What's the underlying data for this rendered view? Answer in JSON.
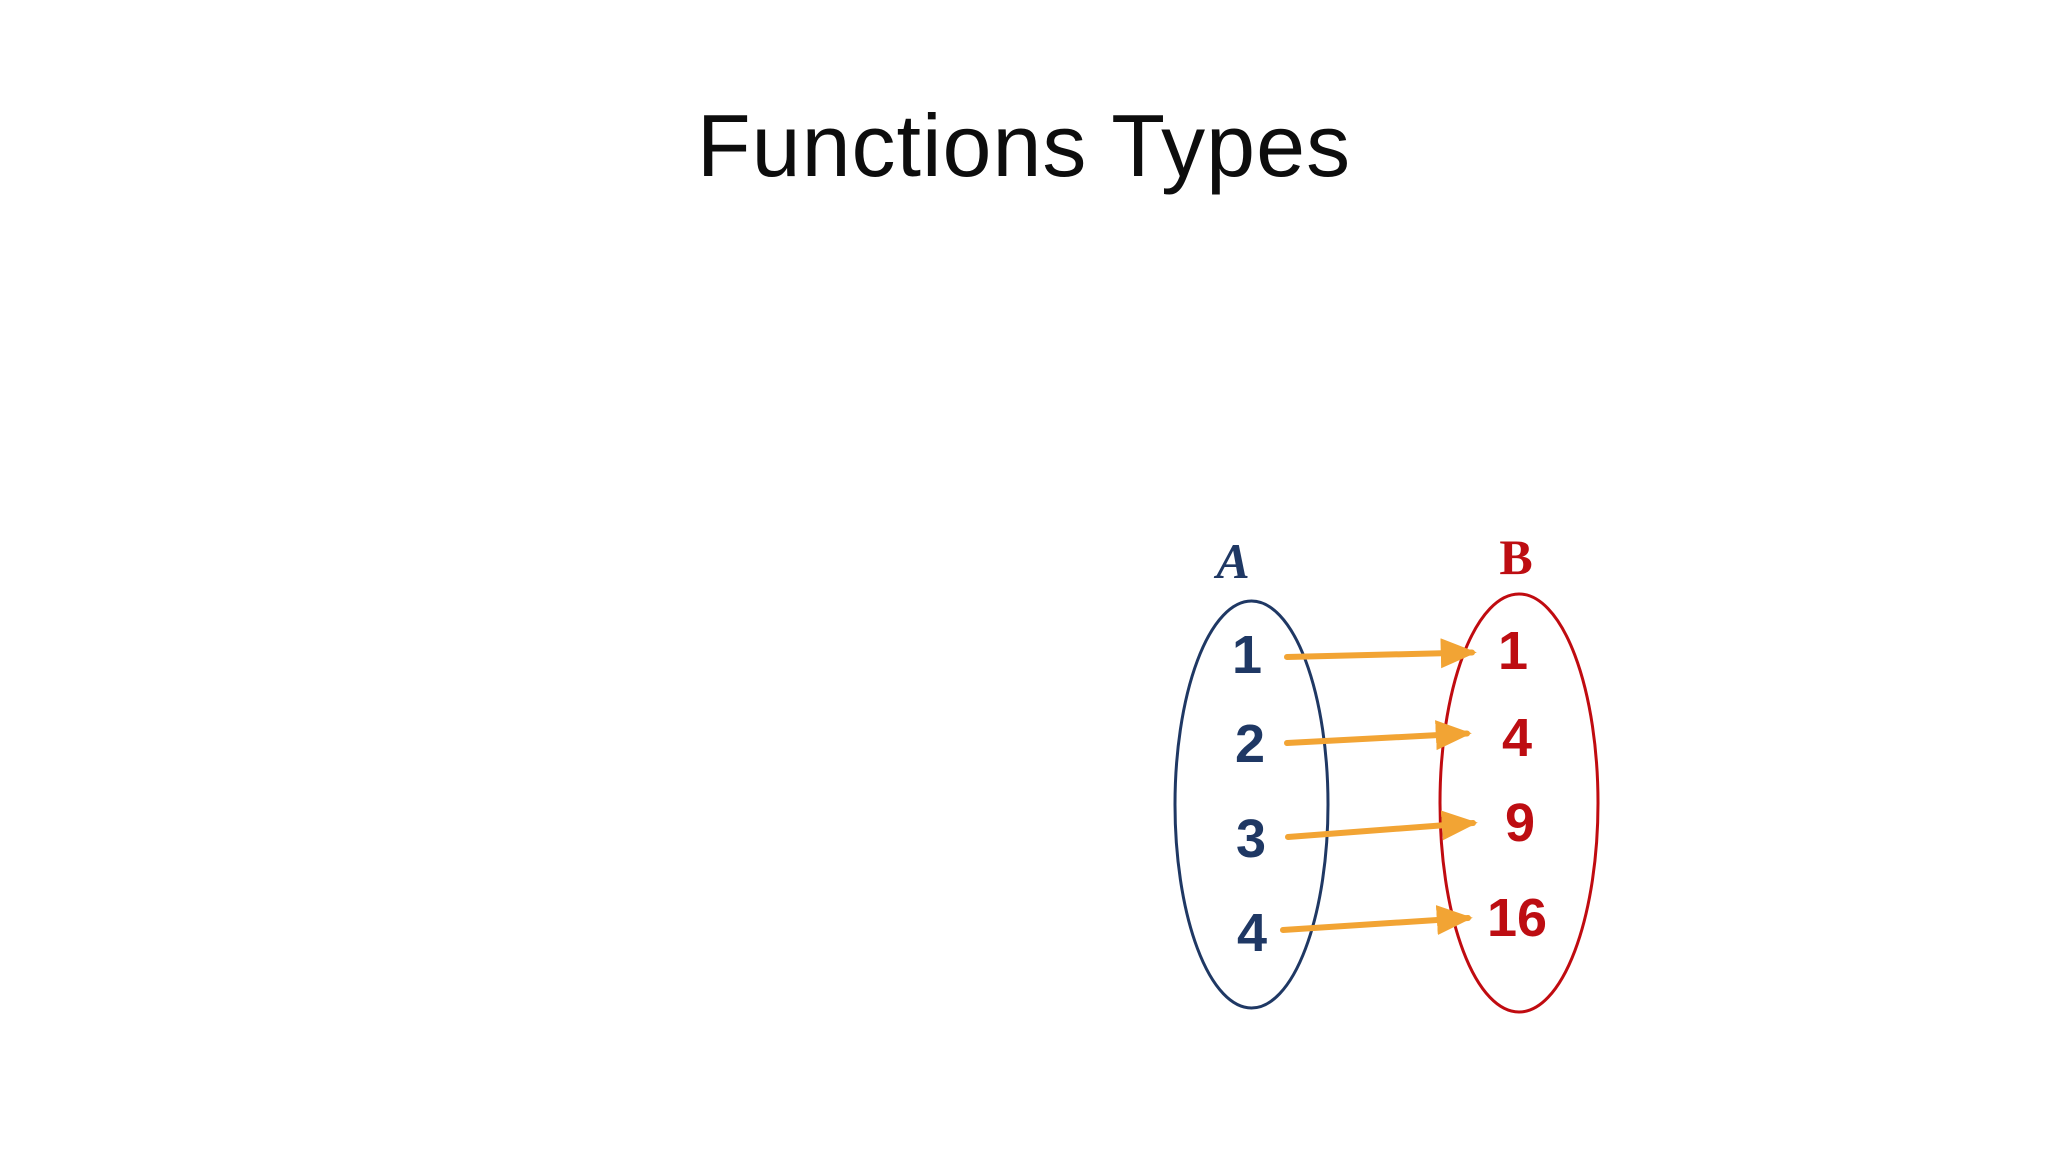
{
  "title": "Functions Types",
  "diagram": {
    "type": "function-mapping",
    "set_a": {
      "label": "A",
      "elements": [
        "1",
        "2",
        "3",
        "4"
      ],
      "color": "#1f3864"
    },
    "set_b": {
      "label": "B",
      "elements": [
        "1",
        "4",
        "9",
        "16"
      ],
      "color": "#c00b10"
    },
    "mappings": [
      {
        "from": "1",
        "to": "1"
      },
      {
        "from": "2",
        "to": "4"
      },
      {
        "from": "3",
        "to": "9"
      },
      {
        "from": "4",
        "to": "16"
      }
    ],
    "arrow_color": "#f2a434"
  }
}
